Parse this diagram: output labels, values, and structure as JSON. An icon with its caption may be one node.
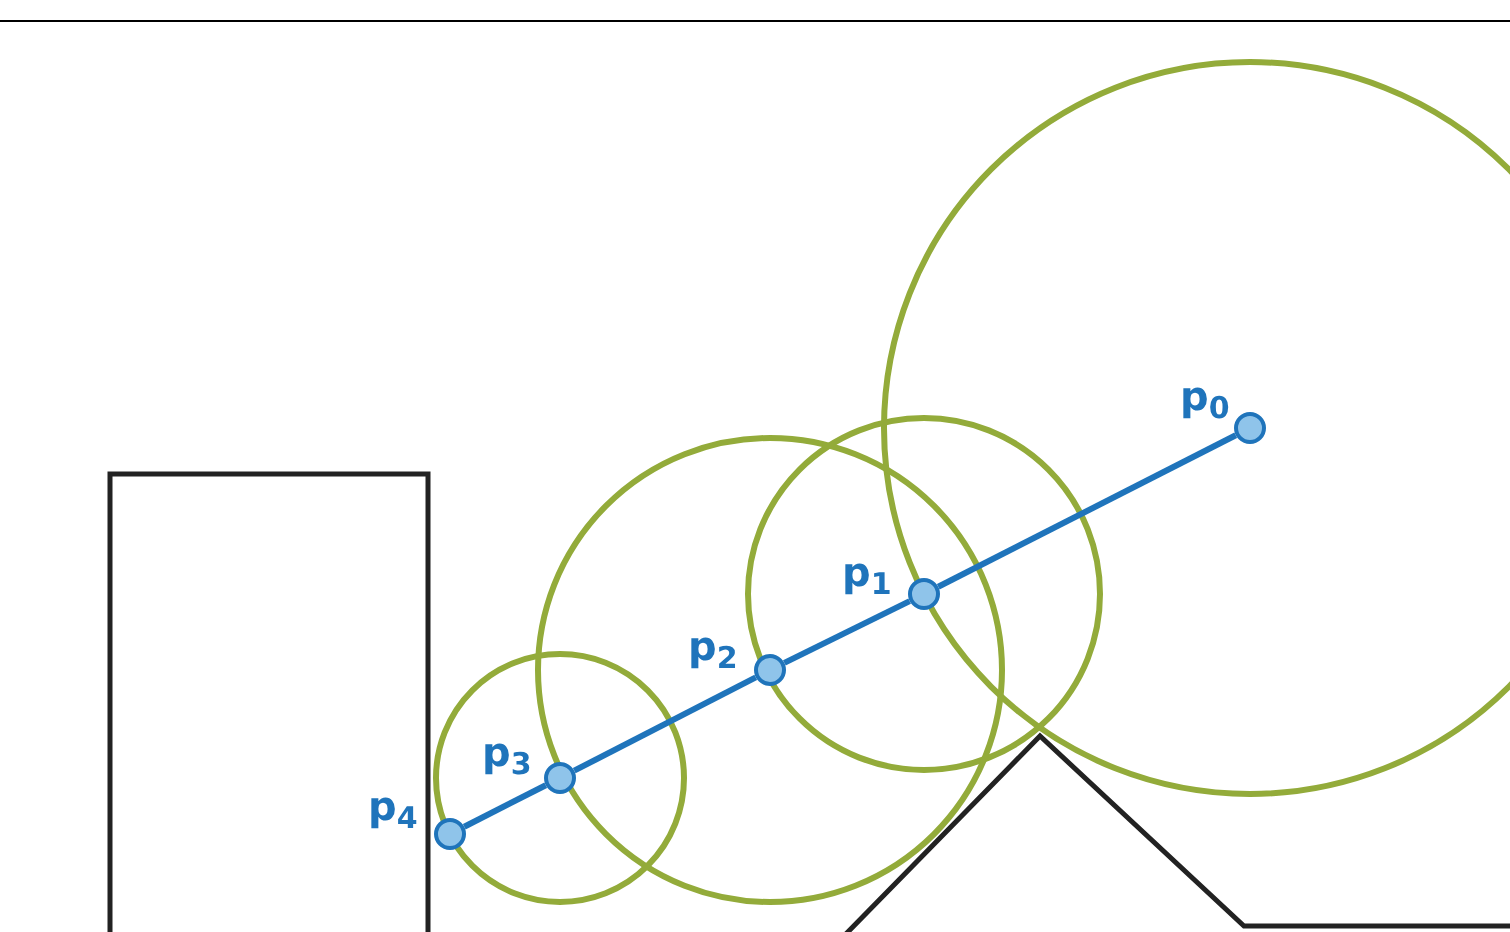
{
  "diagram": {
    "nodes": [
      {
        "text": [],
        "shape": "circle",
        "beside": [
          "p$_{0}$"
        ]
      },
      {
        "text": [],
        "shape": "circle",
        "beside": [
          "p$_{1}$"
        ]
      },
      {
        "text": [],
        "shape": "circle",
        "beside": [
          "p$_{2}$"
        ]
      },
      {
        "text": [],
        "shape": "circle",
        "beside": [
          "p$_{3}$"
        ]
      },
      {
        "text": [],
        "shape": "circle",
        "beside": [
          "p$_{4}$"
        ]
      }
    ],
    "edges": [
      {
        "from": 0,
        "to": 1,
        "arrow": "none"
      },
      {
        "from": 1,
        "to": 2,
        "arrow": "none"
      },
      {
        "from": 2,
        "to": 3,
        "arrow": "none"
      },
      {
        "from": 3,
        "to": 4,
        "arrow": "none"
      }
    ]
  }
}
